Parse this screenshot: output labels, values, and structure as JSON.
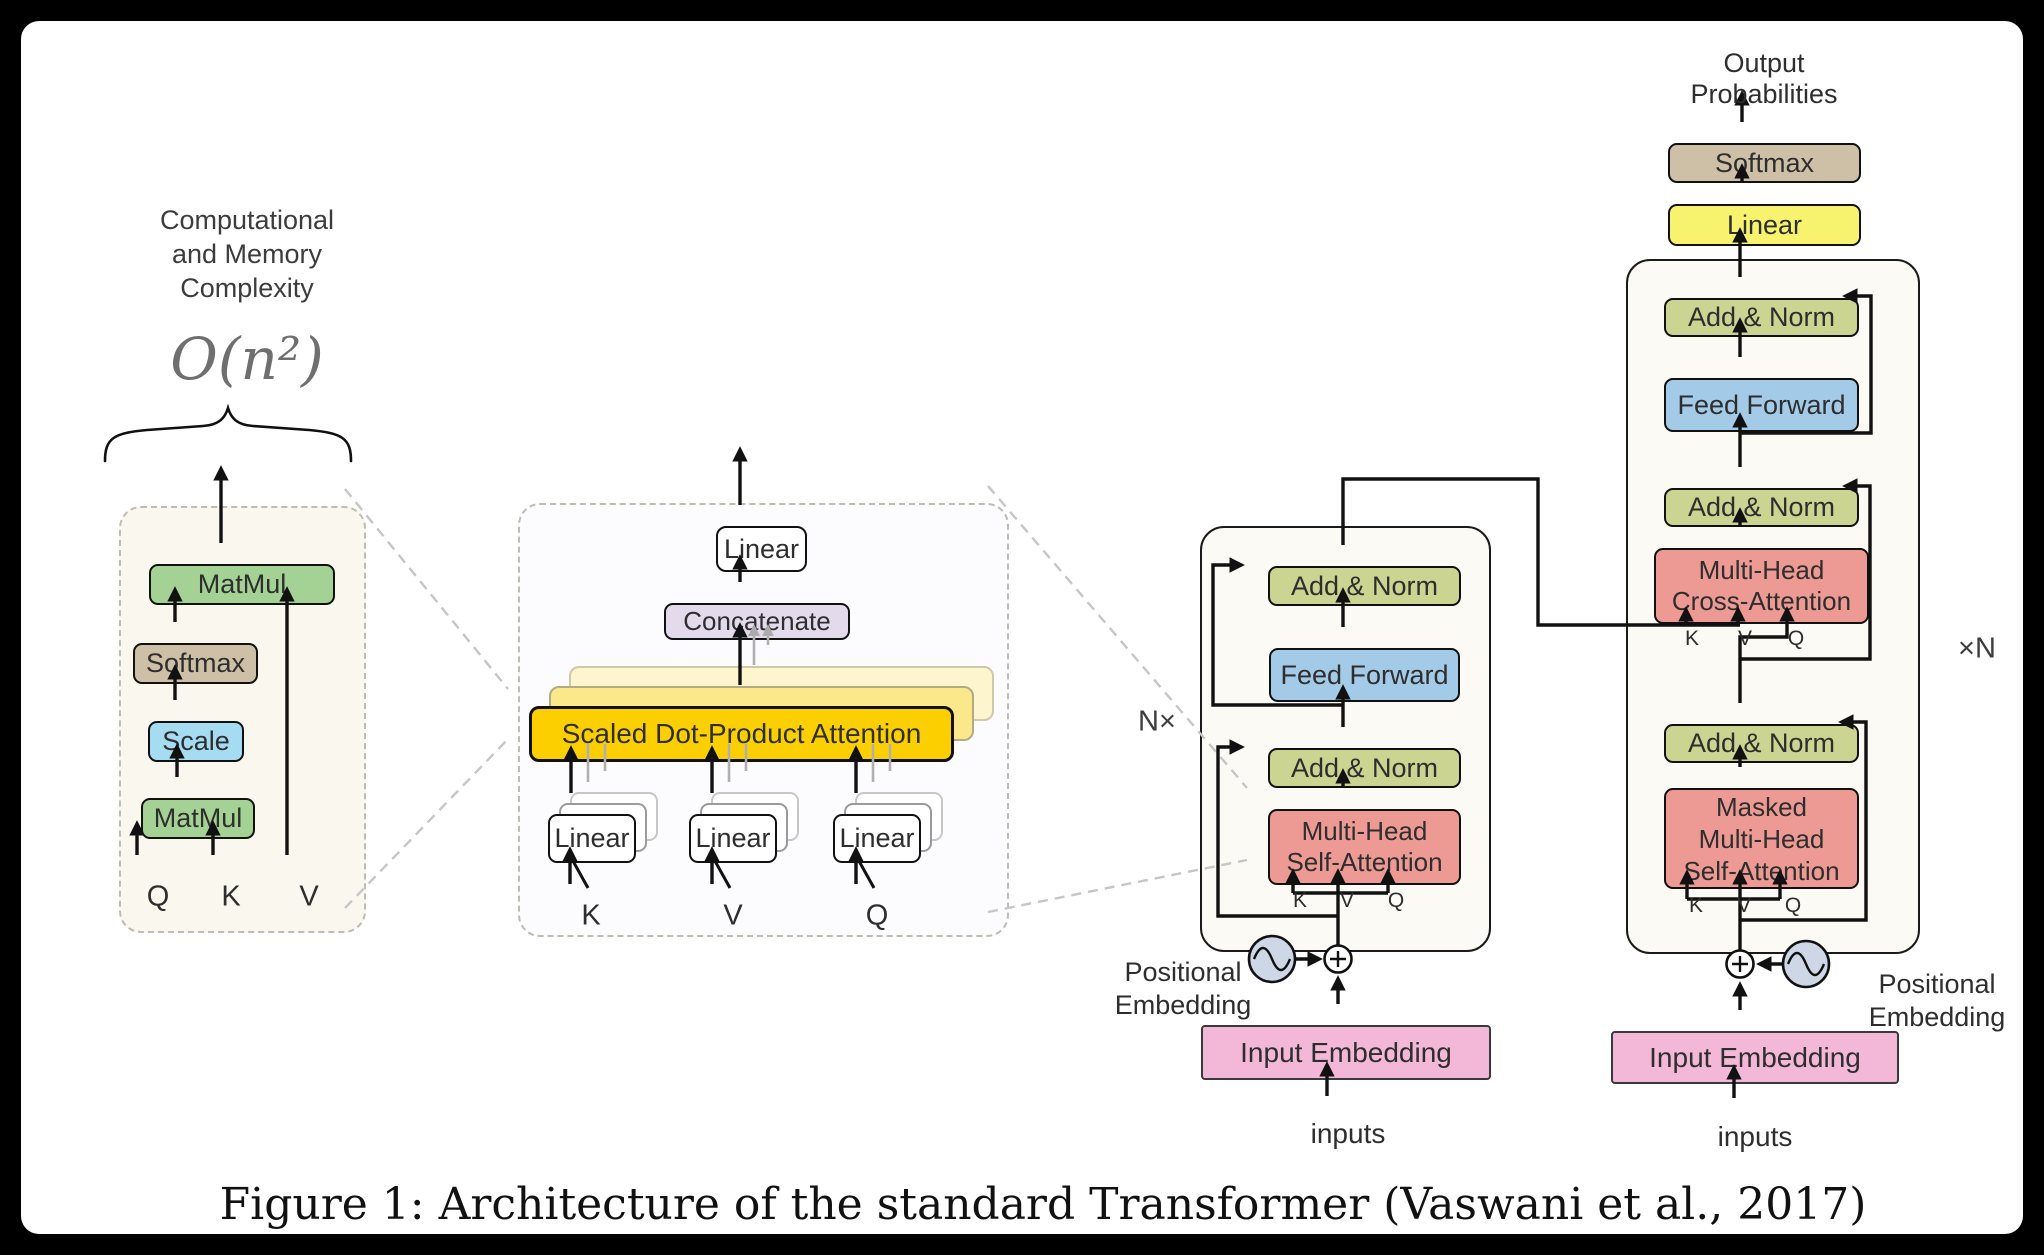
{
  "caption": "Figure 1: Architecture of the standard Transformer (Vaswani et al., 2017)",
  "complexity": {
    "title": "Computational\nand Memory\nComplexity",
    "formula": "O(n²)",
    "matmul_top": "MatMul",
    "softmax": "Softmax",
    "scale": "Scale",
    "matmul_bottom": "MatMul",
    "inputs": [
      "Q",
      "K",
      "V"
    ]
  },
  "multihead": {
    "linear_out": "Linear",
    "concatenate": "Concatenate",
    "sdpa": "Scaled Dot-Product Attention",
    "linear_k": "Linear",
    "linear_v": "Linear",
    "linear_q": "Linear",
    "inputs": [
      "K",
      "V",
      "Q"
    ]
  },
  "encoder": {
    "repeat": "N×",
    "add_norm_top": "Add & Norm",
    "feed_forward": "Feed Forward",
    "add_norm_bottom": "Add & Norm",
    "self_attention": "Multi-Head\nSelf-Attention",
    "kvq": [
      "K",
      "V",
      "Q"
    ],
    "positional": "Positional\nEmbedding",
    "input_embedding": "Input Embedding",
    "inputs": "inputs"
  },
  "decoder": {
    "output_probabilities": "Output\nProbabilities",
    "softmax": "Softmax",
    "linear": "Linear",
    "add_norm_top": "Add & Norm",
    "feed_forward": "Feed Forward",
    "add_norm_mid": "Add & Norm",
    "cross_attention": "Multi-Head\nCross-Attention",
    "add_norm_bottom": "Add & Norm",
    "masked_attention": "Masked\nMulti-Head\nSelf-Attention",
    "kvq": [
      "K",
      "V",
      "Q"
    ],
    "repeat": "×N",
    "positional": "Positional\nEmbedding",
    "input_embedding": "Input Embedding",
    "inputs": "inputs"
  },
  "colors": {
    "matmul_green": "#a4d294",
    "softmax_tan": "#cdc0a6",
    "scale_blue": "#a5dcf2",
    "feed_forward_blue": "#a3cbe8",
    "add_norm_olive": "#ccd492",
    "attention_red": "#ee9a94",
    "embedding_pink": "#f3b8d8",
    "sdpa_gold": "#fcd000",
    "concatenate_lavender": "#e3dbec",
    "linear_yellow": "#f8f36e",
    "positional_circle": "#cdd7e5"
  }
}
